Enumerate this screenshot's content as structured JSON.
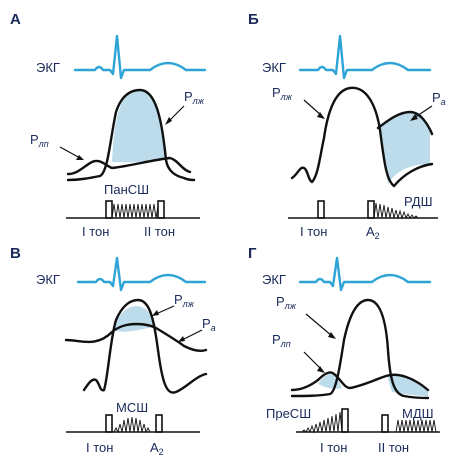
{
  "panels": [
    {
      "letter": "А",
      "ecg_label": "ЭКГ",
      "pressure_labels": [
        {
          "main": "P",
          "sub": "лж"
        },
        {
          "main": "P",
          "sub": "лп"
        }
      ],
      "murmur_label": "ПанСШ",
      "sound_labels": [
        "I тон",
        "II тон"
      ]
    },
    {
      "letter": "Б",
      "ecg_label": "ЭКГ",
      "pressure_labels": [
        {
          "main": "P",
          "sub": "лж"
        },
        {
          "main": "P",
          "sub": "а"
        }
      ],
      "murmur_label": "РДШ",
      "sound_labels": [
        "I тон",
        "A",
        "2"
      ]
    },
    {
      "letter": "В",
      "ecg_label": "ЭКГ",
      "pressure_labels": [
        {
          "main": "P",
          "sub": "лж"
        },
        {
          "main": "P",
          "sub": "а"
        }
      ],
      "murmur_label": "МСШ",
      "sound_labels": [
        "I тон",
        "A",
        "2"
      ]
    },
    {
      "letter": "Г",
      "ecg_label": "ЭКГ",
      "pressure_labels": [
        {
          "main": "P",
          "sub": "лж"
        },
        {
          "main": "P",
          "sub": "лп"
        }
      ],
      "murmur_label": "ПреСШ",
      "murmur_label_2": "МДШ",
      "sound_labels": [
        "I тон",
        "II тон"
      ]
    }
  ],
  "colors": {
    "ecg": "#2ea4d6",
    "shading": "#bcdceb",
    "text": "#1a2a5a",
    "curve": "#111111"
  }
}
